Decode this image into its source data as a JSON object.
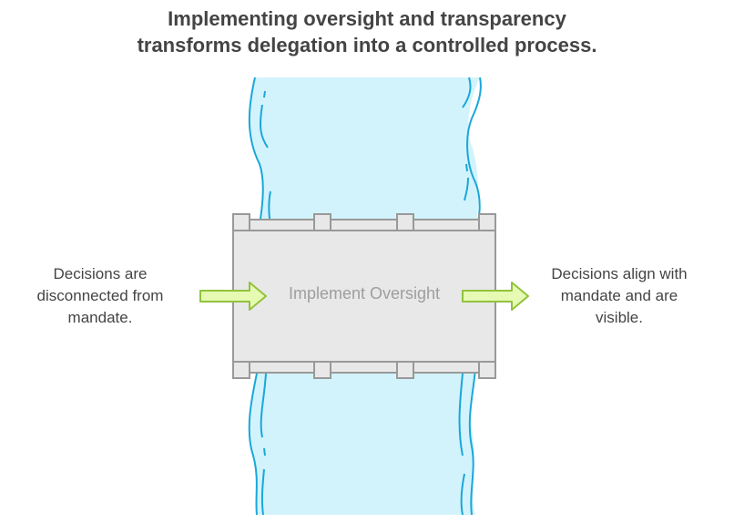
{
  "title_line1": "Implementing oversight and transparency",
  "title_line2": "transforms delegation into a controlled process.",
  "center_label": "Implement Oversight",
  "left_label": [
    "Decisions are",
    "disconnected from",
    "mandate."
  ],
  "right_label": [
    "Decisions align with",
    "mandate and are",
    "visible."
  ],
  "colors": {
    "river": "#d2f3fc",
    "river_line": "#1aa7d9",
    "box": "#e8e8e8",
    "box_border": "#999999",
    "arrow_fill": "#e6fab4",
    "arrow_stroke": "#92c23c"
  }
}
